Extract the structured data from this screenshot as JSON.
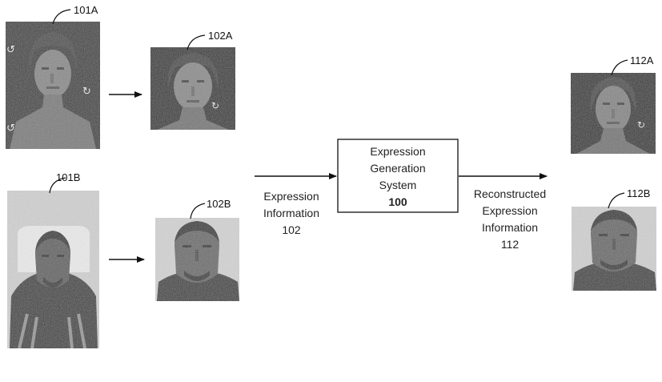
{
  "figure": {
    "labels": {
      "face_101a": "101A",
      "face_102a": "102A",
      "face_101b": "101B",
      "face_102b": "102B",
      "face_112a": "112A",
      "face_112b": "112B"
    },
    "expression_information": {
      "line1": "Expression",
      "line2": "Information",
      "line3": "102"
    },
    "system_box": {
      "line1": "Expression",
      "line2": "Generation",
      "line3": "System",
      "number": "100"
    },
    "reconstructed_information": {
      "line1": "Reconstructed",
      "line2": "Expression",
      "line3": "Information",
      "line4": "112"
    }
  }
}
